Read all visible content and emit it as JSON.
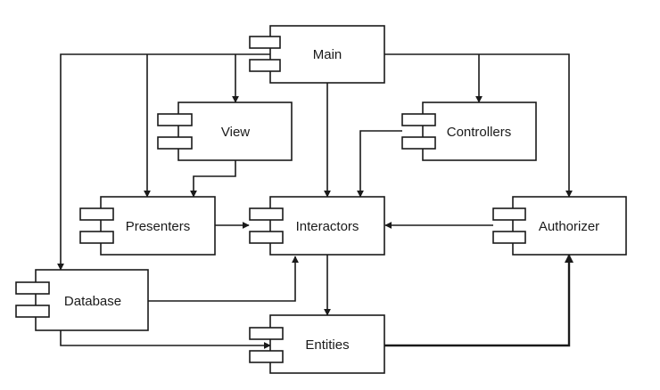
{
  "components": {
    "main": "Main",
    "view": "View",
    "controllers": "Controllers",
    "presenters": "Presenters",
    "interactors": "Interactors",
    "authorizer": "Authorizer",
    "database": "Database",
    "entities": "Entities"
  },
  "colors": {
    "line": "#1a1a1a",
    "background": "#ffffff"
  }
}
